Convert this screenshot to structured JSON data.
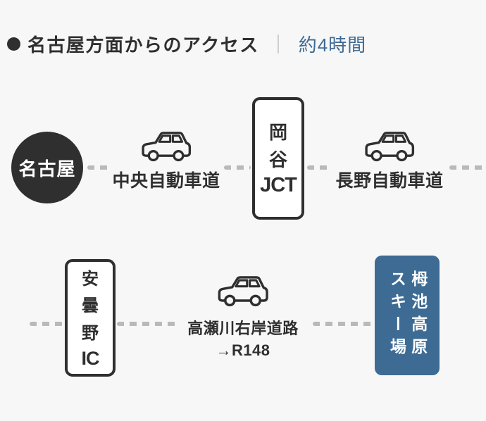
{
  "colors": {
    "background": "#f7f7f7",
    "ink": "#2f2f2f",
    "accent_blue": "#3e6b94",
    "dotted_line": "#b9b9b9",
    "node_box_bg": "#ffffff"
  },
  "header": {
    "title": "名古屋方面からのアクセス",
    "duration": "約4時間"
  },
  "route": {
    "origin": "名古屋",
    "row1": {
      "leg1_road": "中央自動車道",
      "junction_lines": [
        "岡",
        "谷",
        "JCT"
      ],
      "leg2_road": "長野自動車道"
    },
    "row2": {
      "interchange_lines": [
        "安",
        "曇",
        "野",
        "IC"
      ],
      "leg3_road_line1": "高瀬川右岸道路",
      "leg3_road_line2": "→R148",
      "destination_columns": [
        "栂池高原",
        "スキー場"
      ]
    }
  },
  "icons": {
    "bullet": "bullet-icon",
    "car": "car-icon"
  }
}
